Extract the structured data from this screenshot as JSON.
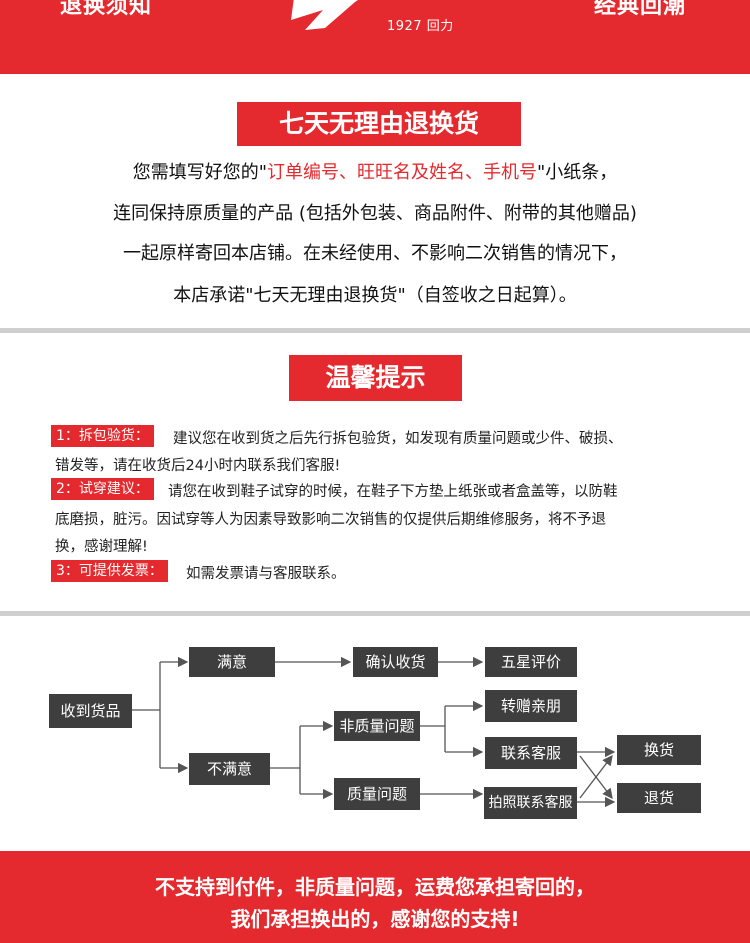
{
  "header": {
    "left_text": "退换须知",
    "right_text": "经典回潮",
    "brand": "1927 回力"
  },
  "policy": {
    "title": "七天无理由退换货",
    "line1_a": "您需填写好您的\"",
    "line1_hl": "订单编号、旺旺名及姓名、手机号",
    "line1_b": "\"小纸条，",
    "line2": "连同保持原质量的产品 (包括外包装、商品附件、附带的其他赠品)",
    "line3": "一起原样寄回本店铺。在未经使用、不影响二次销售的情况下，",
    "line4": "本店承诺\"七天无理由退换货\"（自签收之日起算）。"
  },
  "tips": {
    "title": "温馨提示",
    "items": [
      {
        "label": "1：拆包验货：",
        "line1": "建议您在收到货之后先行拆包验货，如发现有质量问题或少件、破损、",
        "line2": "错发等，请在收货后24小时内联系我们客服!"
      },
      {
        "label": "2：试穿建议：",
        "line1": "请您在收到鞋子试穿的时候，在鞋子下方垫上纸张或者盒盖等，以防鞋",
        "line2": "底磨损，脏污。因试穿等人为因素导致影响二次销售的仅提供后期维修服务，将不予退",
        "line3": "换，感谢理解!"
      },
      {
        "label": "3：可提供发票：",
        "line1": "如需发票请与客服联系。"
      }
    ]
  },
  "flow": {
    "receive": "收到货品",
    "satisfied": "满意",
    "unsatisfied": "不满意",
    "confirm": "确认收货",
    "five_star": "五星评价",
    "non_quality": "非质量问题",
    "quality": "质量问题",
    "gift": "转赠亲朋",
    "contact": "联系客服",
    "photo_contact": "拍照联系客服",
    "exchange": "换货",
    "return": "退货"
  },
  "footer": {
    "line1": "不支持到付件，非质量问题，运费您承担寄回的，",
    "line2": "我们承担换出的，感谢您的支持!"
  },
  "colors": {
    "brand_red": "#e42a2e",
    "box_dark": "#3e3e3e",
    "divider_gray": "#cfcfcf"
  }
}
